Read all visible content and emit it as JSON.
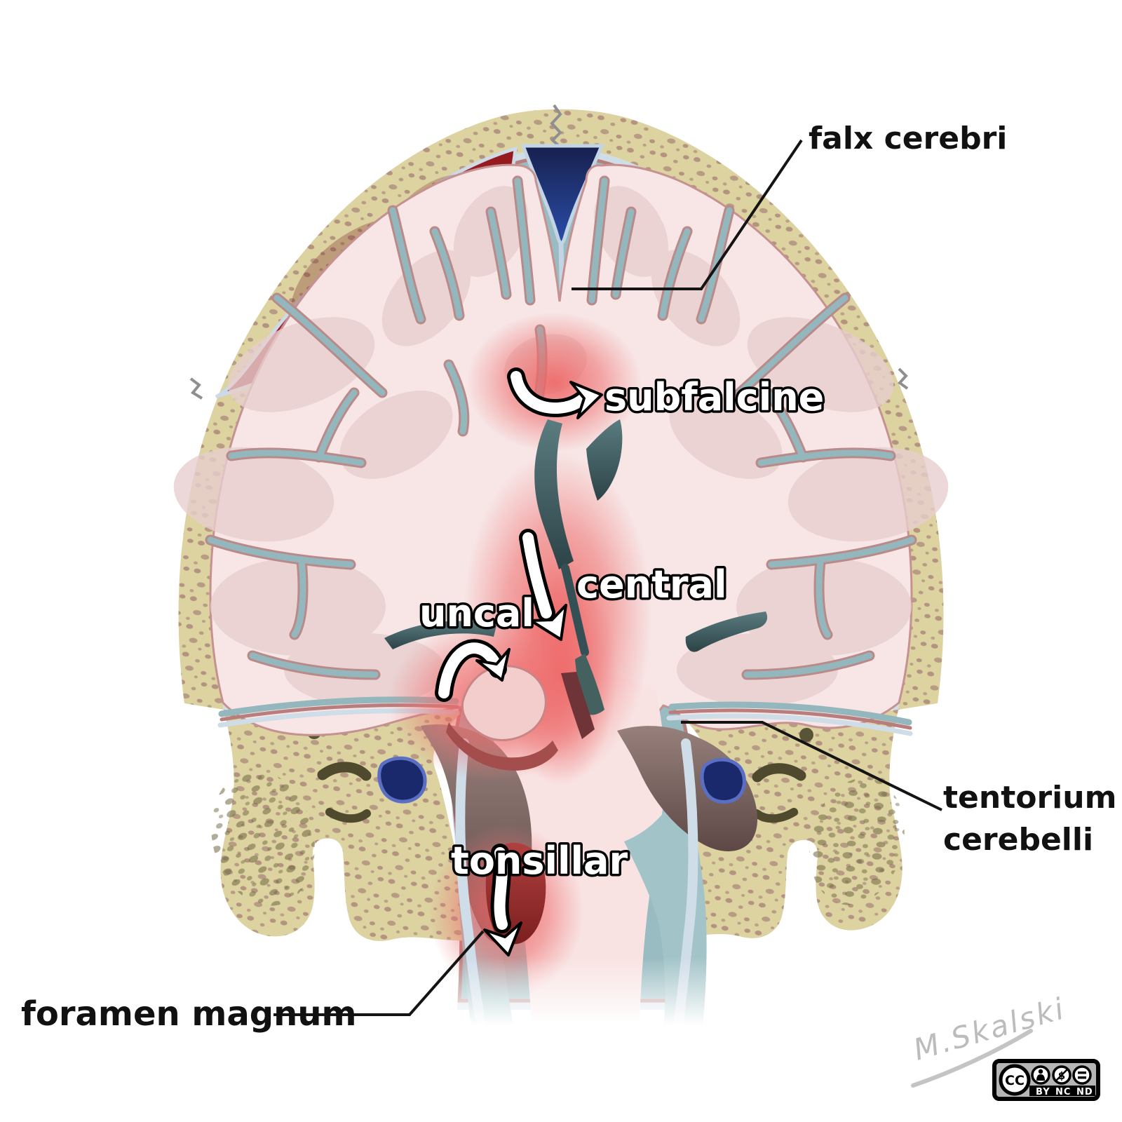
{
  "labels": {
    "falx_cerebri": "falx cerebri",
    "subfalcine": "subfalcine",
    "central": "central",
    "uncal": "uncal",
    "tonsillar": "tonsillar",
    "tentorium_line1": "tentorium",
    "tentorium_line2": "cerebelli",
    "foramen_magnum": "foramen magnum"
  },
  "signature": "M.Skalski",
  "license": {
    "cc": "CC",
    "by": "BY",
    "nc": "NC",
    "nd": "ND"
  },
  "colors": {
    "background": "#ffffff",
    "skull_bone": "#dcd3a1",
    "bone_speckle": "#8b5660",
    "mastoid_speckle": "#6e6840",
    "brain_pink": "#f8e6e6",
    "gyri_shade": "#e8cfcf",
    "sulci_teal": "#93b7bc",
    "dura_red": "#b87d7d",
    "dura_blue": "#cfdde9",
    "hematoma_red": "#a01e23",
    "sagittal_sinus_navy": "#1c2f6e",
    "ventricle_slate": "#3c5a5e",
    "herniation_glow": "#ef6e6e",
    "cerebellum_brown": "#8a6f6b",
    "tonsil_red": "#9b2a28",
    "posterior_csf": "#a2c4c8",
    "label_black": "#111111",
    "label_white": "#ffffff"
  }
}
